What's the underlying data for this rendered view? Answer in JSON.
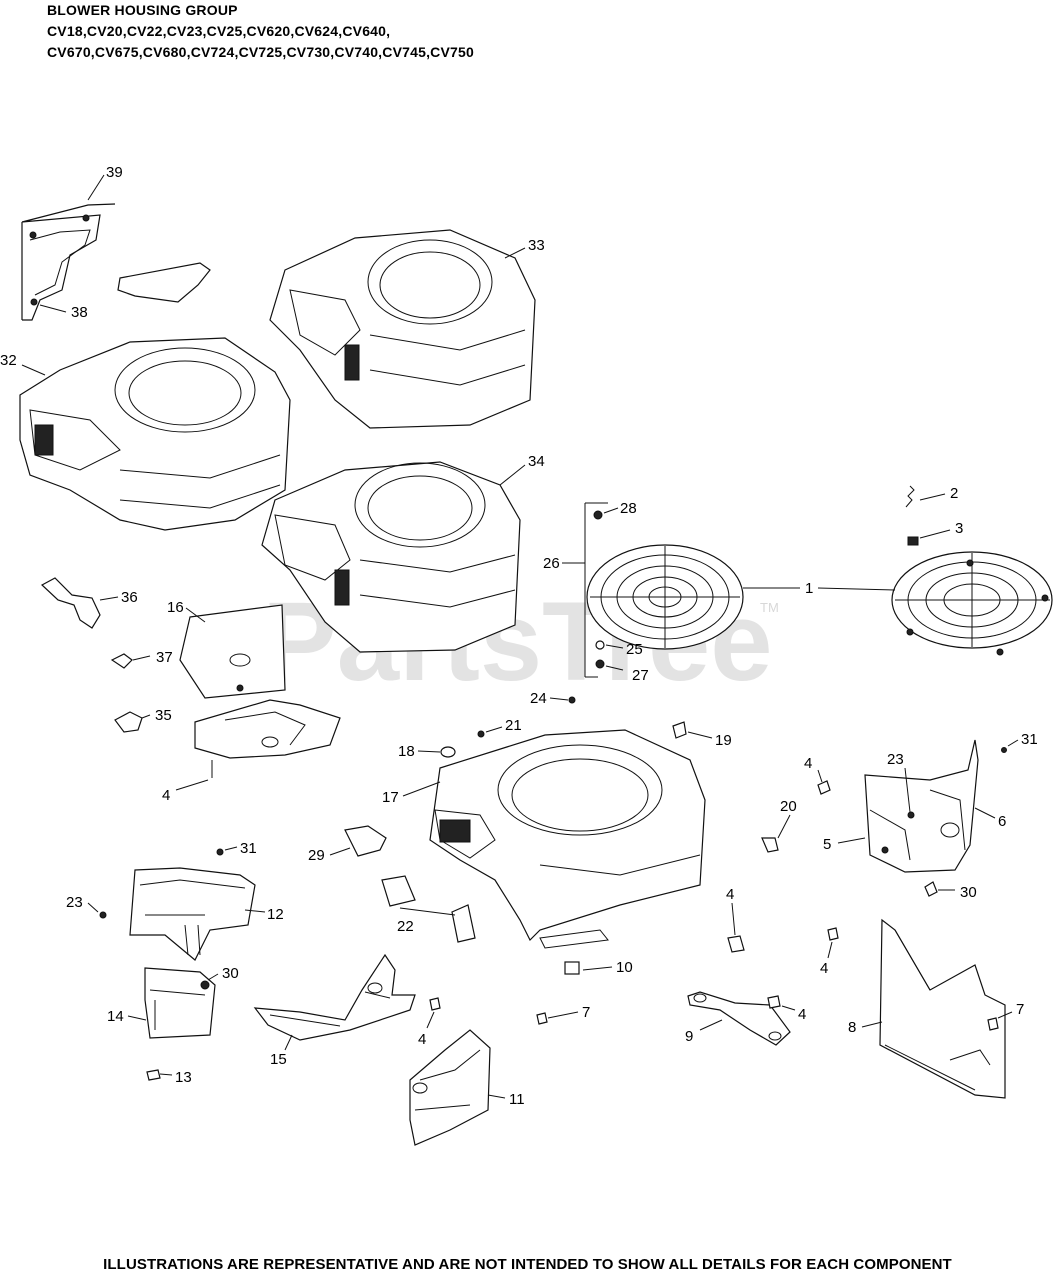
{
  "header": {
    "title": "BLOWER HOUSING GROUP",
    "models_line1": "CV18,CV20,CV22,CV23,CV25,CV620,CV624,CV640,",
    "models_line2": "CV670,CV675,CV680,CV724,CV725,CV730,CV740,CV745,CV750"
  },
  "watermark": {
    "text": "PartsTree",
    "tm": "TM"
  },
  "footer": "ILLUSTRATIONS ARE REPRESENTATIVE AND ARE NOT INTENDED TO SHOW ALL DETAILS FOR EACH COMPONENT",
  "callouts": {
    "c39": "39",
    "c38": "38",
    "c33": "33",
    "c32": "32",
    "c34": "34",
    "c28": "28",
    "c26": "26",
    "c25": "25",
    "c27": "27",
    "c1": "1",
    "c2": "2",
    "c3": "3",
    "c36": "36",
    "c16": "16",
    "c37": "37",
    "c35": "35",
    "c24": "24",
    "c21": "21",
    "c18": "18",
    "c19": "19",
    "c17": "17",
    "c4a": "4",
    "c4b": "4",
    "c4c": "4",
    "c4d": "4",
    "c4e": "4",
    "c4f": "4",
    "c23a": "23",
    "c23b": "23",
    "c31a": "31",
    "c31b": "31",
    "c6": "6",
    "c20": "20",
    "c5": "5",
    "c30a": "30",
    "c30b": "30",
    "c29": "29",
    "c12": "12",
    "c22": "22",
    "c10": "10",
    "c14": "14",
    "c15": "15",
    "c13": "13",
    "c7a": "7",
    "c7b": "7",
    "c9": "9",
    "c8": "8",
    "c11": "11"
  }
}
